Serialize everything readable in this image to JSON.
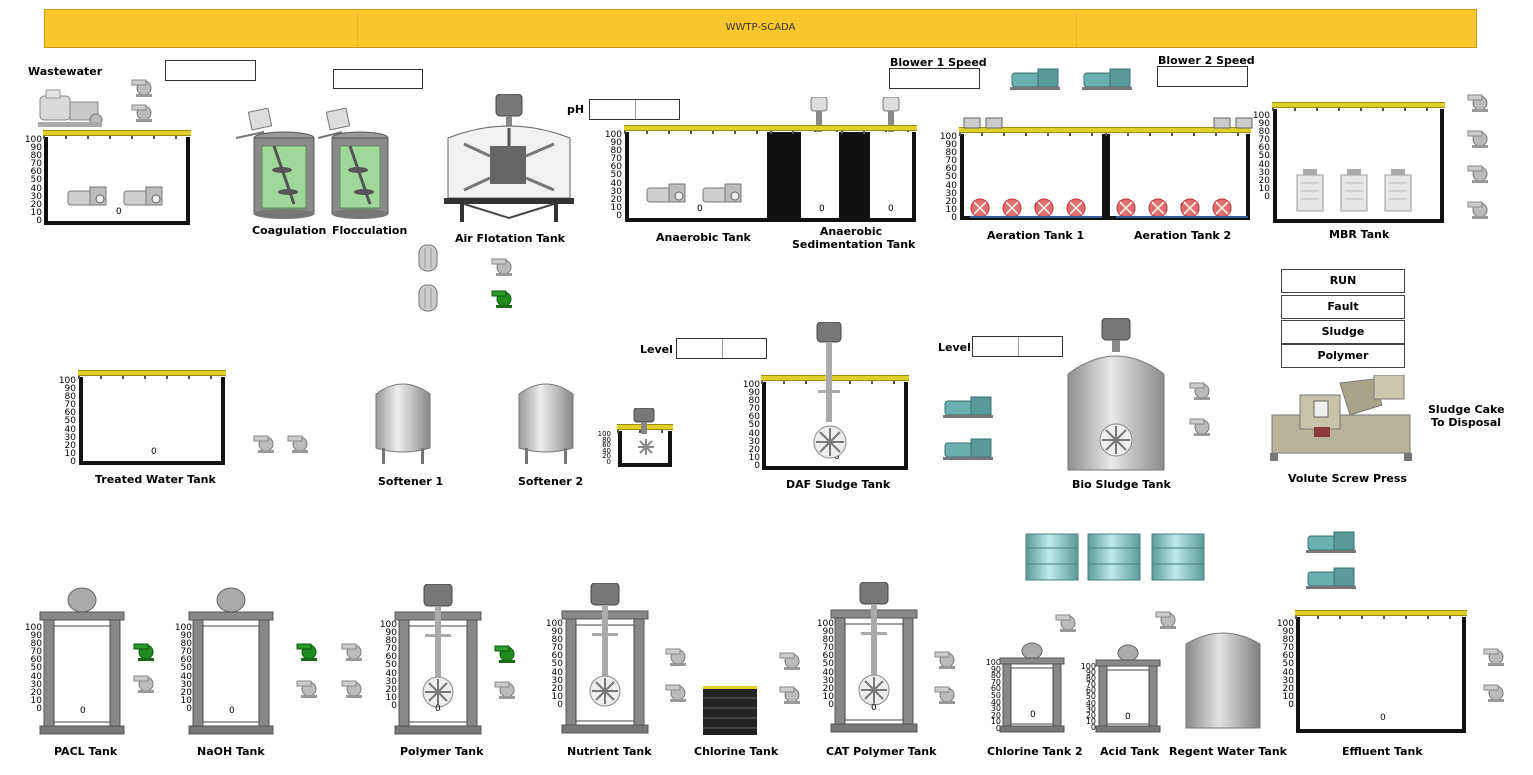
{
  "title": "WWTP-SCADA",
  "labels": {
    "wastewater": "Wastewater",
    "coagulation": "Coagulation",
    "flocculation": "Flocculation",
    "air_flotation": "Air Flotation Tank",
    "ph": "pH",
    "anaerobic": "Anaerobic Tank",
    "anaerobic_sed_1": "Anaerobic",
    "anaerobic_sed_2": "Sedimentation Tank",
    "blower1": "Blower 1  Speed",
    "blower2": "Blower 2  Speed",
    "aeration1": "Aeration Tank 1",
    "aeration2": "Aeration Tank 2",
    "mbr": "MBR Tank",
    "treated": "Treated Water Tank",
    "softener1": "Softener 1",
    "softener2": "Softener 2",
    "level1": "Level",
    "level2": "Level",
    "daf": "DAF Sludge Tank",
    "bio": "Bio Sludge Tank",
    "screw": "Volute Screw Press",
    "cake1": "Sludge Cake",
    "cake2": "To Disposal",
    "pacl": "PACL Tank",
    "naoh": "NaOH Tank",
    "polymer": "Polymer Tank",
    "nutrient": "Nutrient Tank",
    "chlorine": "Chlorine Tank",
    "cat": "CAT Polymer Tank",
    "chlorine2": "Chlorine Tank 2",
    "acid": "Acid Tank",
    "regent": "Regent Water Tank",
    "effluent": "Effluent Tank"
  },
  "buttons": {
    "run": "RUN",
    "fault": "Fault",
    "sludge": "Sludge",
    "polymer": "Polymer"
  },
  "scale": [
    "100",
    "90",
    "80",
    "70",
    "60",
    "50",
    "40",
    "30",
    "20",
    "10",
    "0"
  ],
  "levels": {
    "zero": "0"
  },
  "colors": {
    "title_bg": "#fcc72c",
    "rail": "#e0d02a",
    "pump_on": "#1f8a1f",
    "pump_off": "#a8a8a8",
    "tank_liquid": "#9fd89a"
  }
}
